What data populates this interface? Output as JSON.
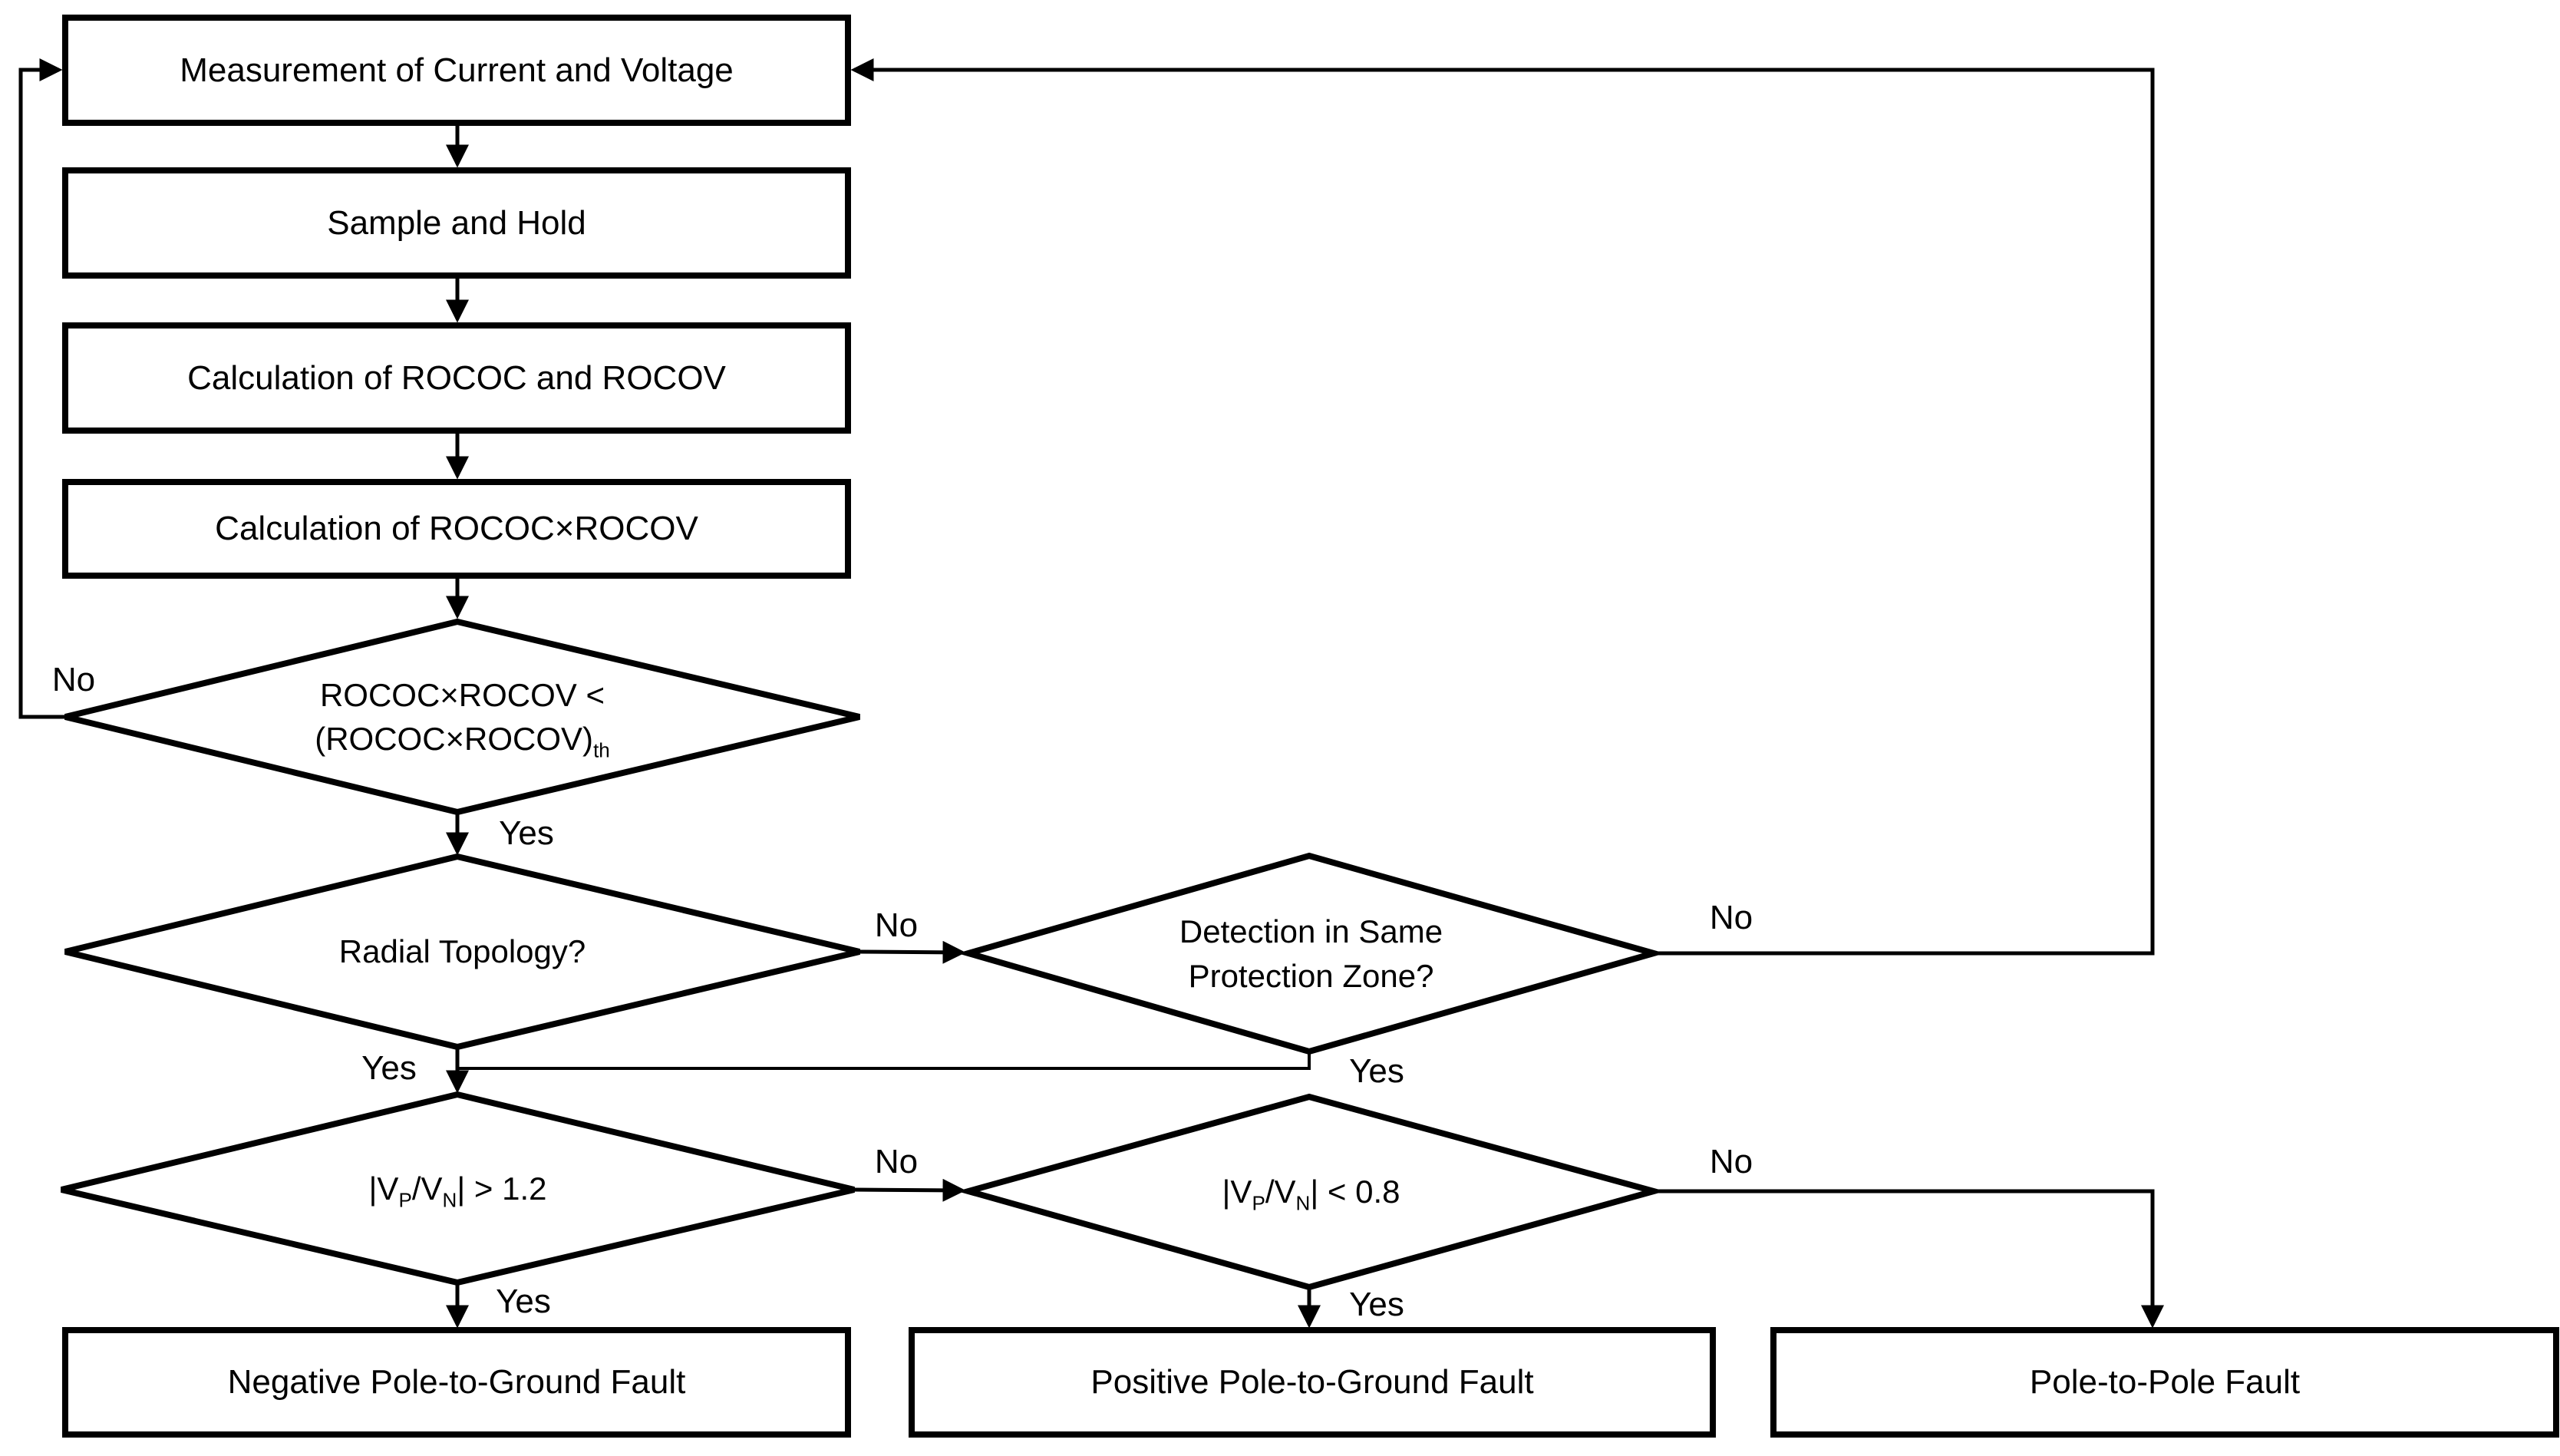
{
  "colors": {
    "background": "#ffffff",
    "line": "#000000",
    "text": "#000000"
  },
  "process_boxes": [
    {
      "label": "Measurement of Current and Voltage"
    },
    {
      "label": "Sample and Hold"
    },
    {
      "label": "Calculation of ROCOC and ROCOV"
    },
    {
      "label": "Calculation of ROCOC×ROCOV"
    }
  ],
  "decisions": {
    "threshold": {
      "line1": "ROCOC×ROCOV <",
      "line2_main": "(ROCOC×ROCOV)",
      "line2_sub": "th",
      "yes_label": "Yes",
      "no_label": "No"
    },
    "radial": {
      "label": "Radial Topology?",
      "yes_label": "Yes",
      "no_label": "No"
    },
    "zone": {
      "line1": "Detection in Same",
      "line2": "Protection Zone?",
      "yes_label": "Yes",
      "no_label": "No"
    },
    "vp_ratio_high": {
      "seg1": "|V",
      "sub1": "P",
      "seg2": "/V",
      "sub2": "N",
      "seg3": "| > 1.2",
      "yes_label": "Yes",
      "no_label": "No"
    },
    "vp_ratio_low": {
      "seg1": "|V",
      "sub1": "P",
      "seg2": "/V",
      "sub2": "N",
      "seg3": "| < 0.8",
      "yes_label": "Yes",
      "no_label": "No"
    }
  },
  "outcome_boxes": [
    {
      "label": "Negative Pole-to-Ground Fault"
    },
    {
      "label": "Positive Pole-to-Ground Fault"
    },
    {
      "label": "Pole-to-Pole Fault"
    }
  ]
}
